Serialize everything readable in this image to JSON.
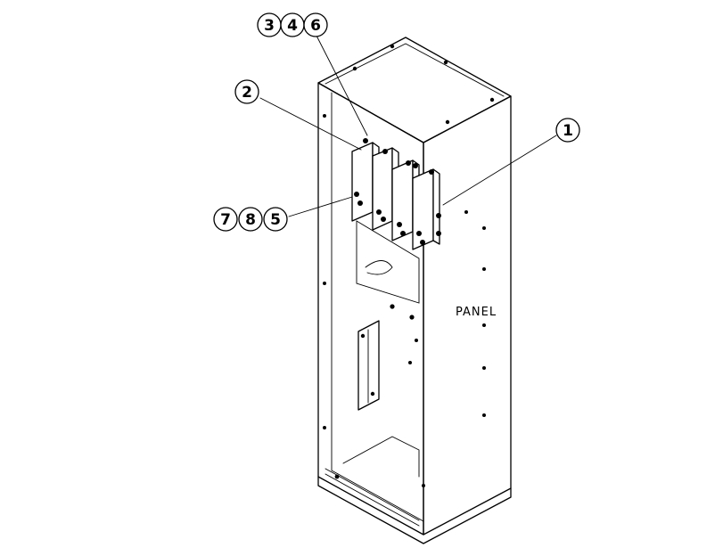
{
  "callouts": [
    {
      "id": "c1",
      "label": "1"
    },
    {
      "id": "c2",
      "label": "2"
    },
    {
      "id": "c3",
      "label": "3"
    },
    {
      "id": "c4",
      "label": "4"
    },
    {
      "id": "c6",
      "label": "6"
    },
    {
      "id": "c7",
      "label": "7"
    },
    {
      "id": "c8",
      "label": "8"
    },
    {
      "id": "c5",
      "label": "5"
    }
  ],
  "panel_label": "PANEL",
  "colors": {
    "line": "#000000",
    "background": "#ffffff"
  }
}
